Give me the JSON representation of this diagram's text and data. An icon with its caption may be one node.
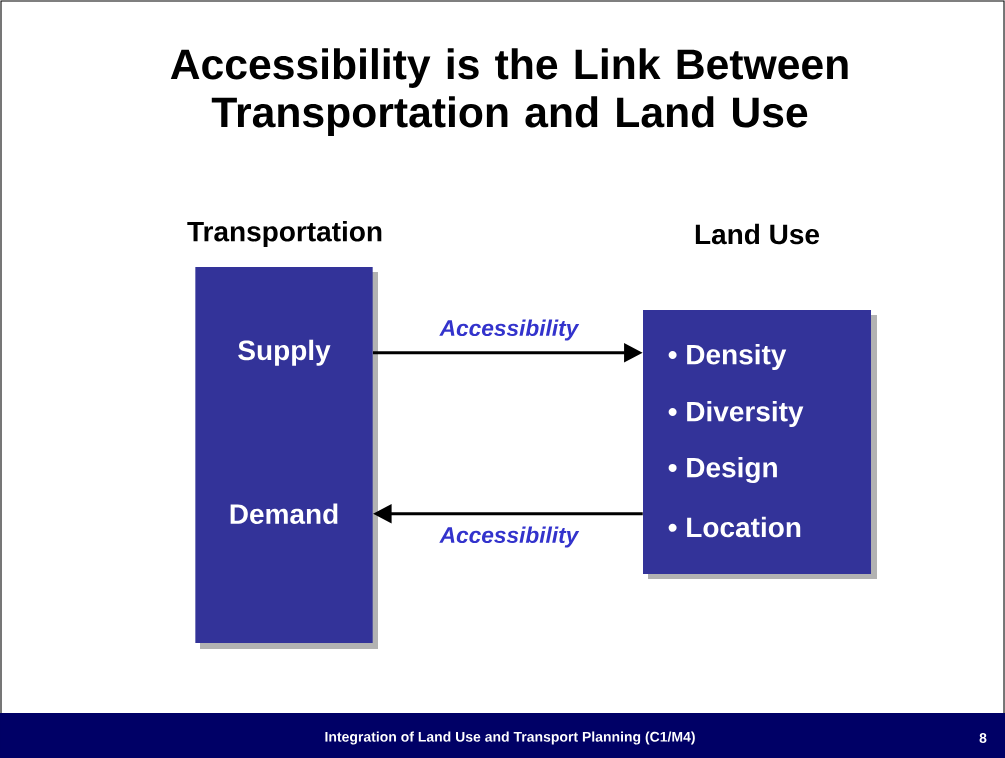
{
  "diagram": {
    "title": "Accessibility is the Link Between Transportation and Land Use",
    "nodes": [
      {
        "text": [
          "Transportation"
        ]
      },
      {
        "text": [
          "Supply"
        ],
        "in": 0
      },
      {
        "text": [
          "Demand"
        ],
        "in": 0
      },
      {
        "text": [
          "Land Use",
          "• Density",
          "• Diversity",
          "• Design",
          "• Location"
        ]
      }
    ],
    "edges": [
      {
        "from": 1,
        "to": 3,
        "arrow": "to",
        "label": "Accessibility"
      },
      {
        "from": 3,
        "to": 2,
        "arrow": "to",
        "label": "Accessibility"
      }
    ],
    "labels": [
      "Integration of Land Use and Transport  Planning (C1/M4)",
      "8"
    ]
  }
}
